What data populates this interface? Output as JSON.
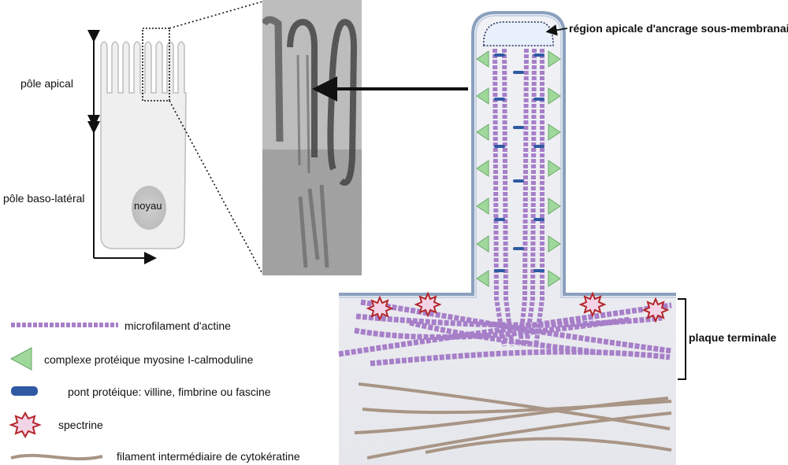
{
  "cell": {
    "apical_label": "pôle apical",
    "basolateral_label": "pôle baso-latéral",
    "nucleus_label": "noyau"
  },
  "microvillus": {
    "apical_region_label": "région apicale d'ancrage sous-membranaire",
    "terminal_web_label": "plaque terminale"
  },
  "legend": {
    "items": [
      {
        "icon": "actin-microfilament-icon",
        "label": "microfilament d'actine"
      },
      {
        "icon": "myosin-calmodulin-triangle-icon",
        "label": "complexe protéique myosine I-calmoduline"
      },
      {
        "icon": "protein-bridge-icon",
        "label": "pont protéique: villine, fimbrine ou fascine"
      },
      {
        "icon": "spectrin-star-icon",
        "label": "spectrine"
      },
      {
        "icon": "cytokeratin-filament-icon",
        "label": "filament intermédiaire de cytokératine"
      }
    ]
  },
  "colors": {
    "actin": "#a77fc9",
    "myosin": "#9fd89a",
    "bridge": "#2f5aa3",
    "spectrin": "#c0392b",
    "keratin": "#a89585",
    "cell_fill": "#eeeeee",
    "membrane": "#8aa0bd"
  }
}
